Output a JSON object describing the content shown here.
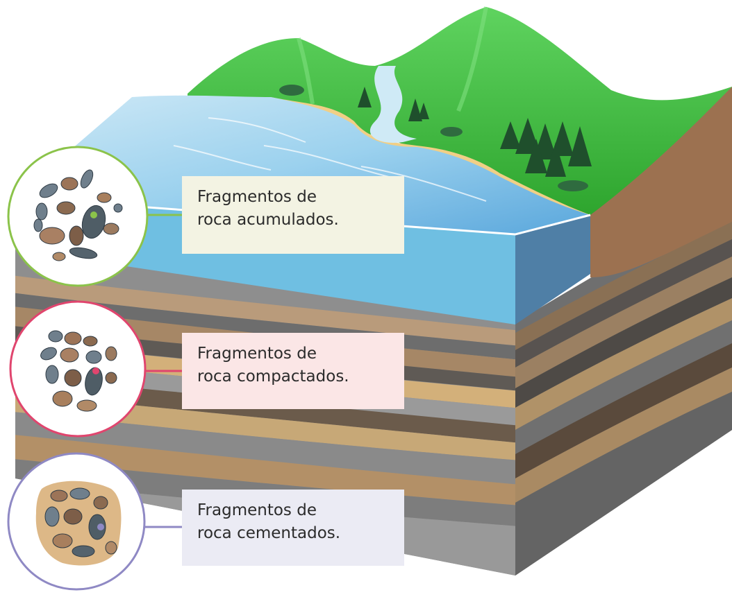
{
  "diagram": {
    "labels": [
      {
        "line1": "Fragmentos de",
        "line2": "roca acumulados.",
        "accent": "#8bc34a",
        "fill": "#f3f3e3"
      },
      {
        "line1": "Fragmentos de",
        "line2": "roca compactados.",
        "accent": "#e0456e",
        "fill": "#fbe6e6"
      },
      {
        "line1": "Fragmentos de",
        "line2": "roca cementados.",
        "accent": "#8f89c4",
        "fill": "#ebebf4"
      }
    ],
    "colors": {
      "water": "#6fc1e3",
      "water_top": "#bfe3f4",
      "grass": "#3cbf3c",
      "sand": "#f1cf86",
      "rock_gray": "#8c8c8c",
      "rock_brown": "#9a7b5c"
    }
  }
}
